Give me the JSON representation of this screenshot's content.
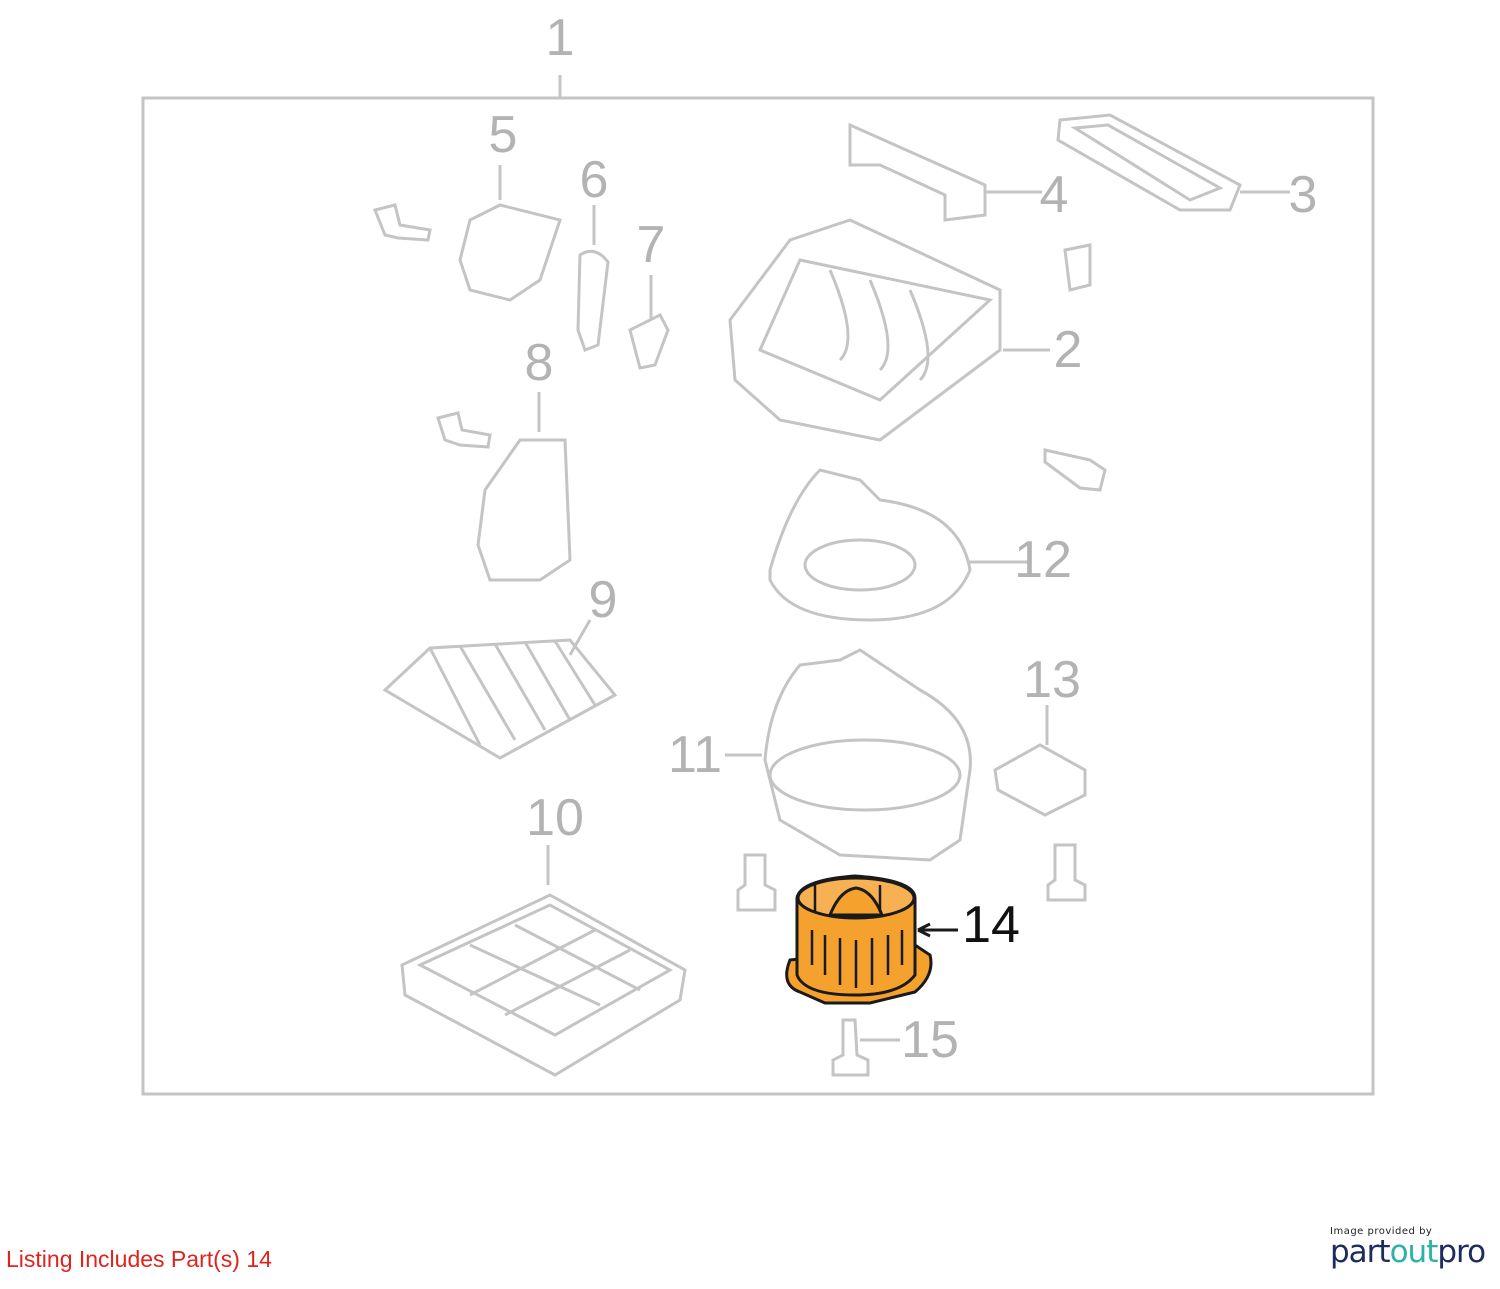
{
  "callouts": {
    "p1": "1",
    "p2": "2",
    "p3": "3",
    "p4": "4",
    "p5": "5",
    "p6": "6",
    "p7": "7",
    "p8": "8",
    "p9": "9",
    "p10": "10",
    "p11": "11",
    "p12": "12",
    "p13": "13",
    "p14": "14",
    "p15": "15"
  },
  "highlight_color": "#f5a12e",
  "listing_text": "Listing Includes Part(s) 14",
  "credit_text": "Image provided by",
  "logo": {
    "part1": "part",
    "part2": "out",
    "part3": "pro"
  }
}
